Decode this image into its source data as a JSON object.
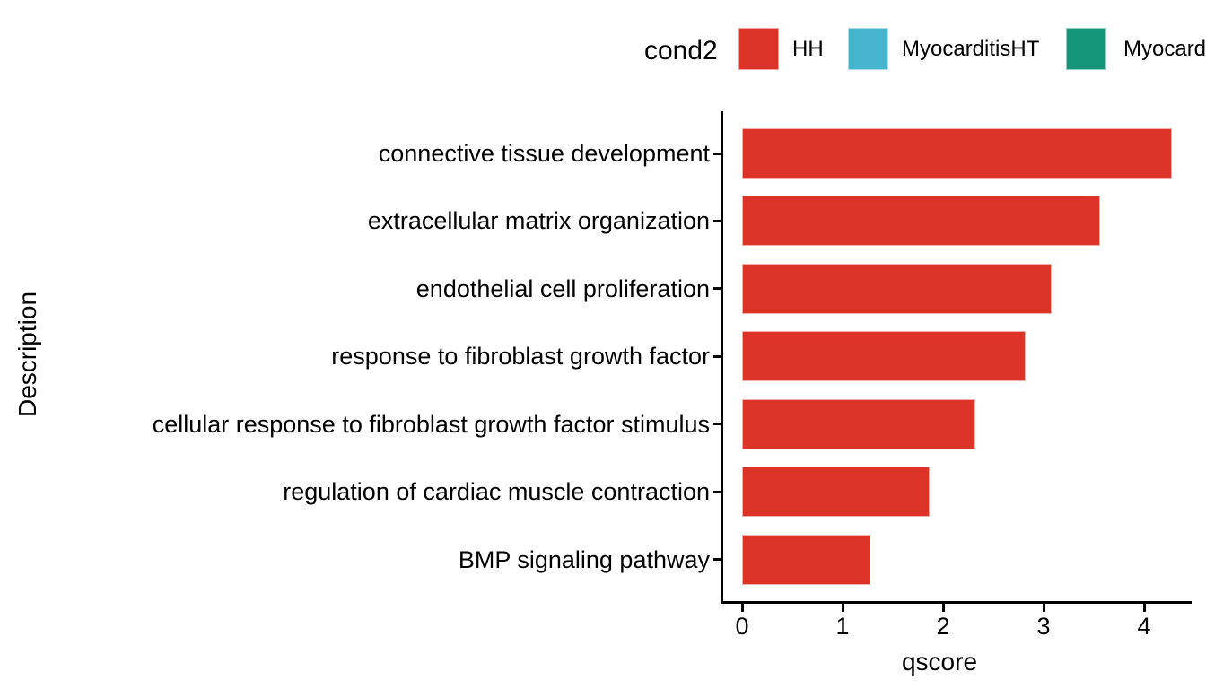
{
  "legend": {
    "title": "cond2",
    "items": [
      {
        "label": "HH",
        "color": "#db3328"
      },
      {
        "label": "MyocarditisHT",
        "color": "#45b4cc"
      },
      {
        "label": "Myocard",
        "color": "#169678",
        "clipped_at_edge": true
      }
    ]
  },
  "chart_data": {
    "type": "bar",
    "orientation": "horizontal",
    "xlabel": "qscore",
    "ylabel": "Description",
    "xticks": [
      0,
      1,
      2,
      3,
      4
    ],
    "xlim": [
      0,
      4.47
    ],
    "grid": false,
    "legend_position": "top",
    "bar_color": "#db3328",
    "categories": [
      "connective tissue development",
      "extracellular matrix organization",
      "endothelial cell proliferation",
      "response to fibroblast growth factor",
      "cellular response to fibroblast growth factor stimulus",
      "regulation of cardiac muscle contraction",
      "BMP signaling pathway"
    ],
    "values": [
      4.28,
      3.56,
      3.08,
      2.82,
      2.32,
      1.87,
      1.28
    ],
    "series": [
      {
        "name": "HH",
        "values": [
          4.28,
          3.56,
          3.08,
          2.82,
          2.32,
          1.87,
          1.28
        ]
      }
    ]
  }
}
